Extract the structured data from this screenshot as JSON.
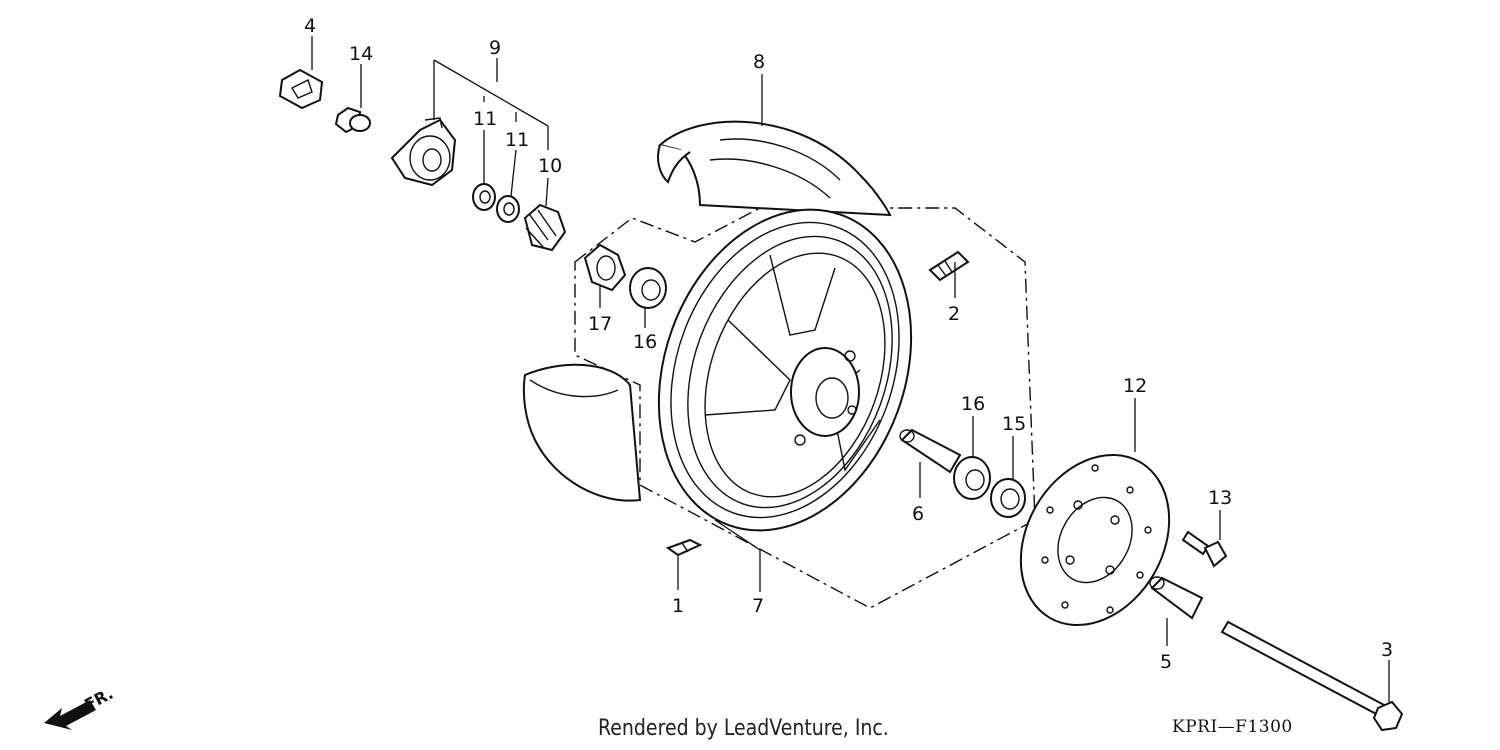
{
  "callouts": [
    {
      "id": "p1",
      "label": "1"
    },
    {
      "id": "p2",
      "label": "2"
    },
    {
      "id": "p3",
      "label": "3"
    },
    {
      "id": "p4",
      "label": "4"
    },
    {
      "id": "p5",
      "label": "5"
    },
    {
      "id": "p6",
      "label": "6"
    },
    {
      "id": "p7",
      "label": "7"
    },
    {
      "id": "p8",
      "label": "8"
    },
    {
      "id": "p9",
      "label": "9"
    },
    {
      "id": "p10",
      "label": "10"
    },
    {
      "id": "p11a",
      "label": "11"
    },
    {
      "id": "p11b",
      "label": "11"
    },
    {
      "id": "p12",
      "label": "12"
    },
    {
      "id": "p13",
      "label": "13"
    },
    {
      "id": "p14",
      "label": "14"
    },
    {
      "id": "p15",
      "label": "15"
    },
    {
      "id": "p16a",
      "label": "16"
    },
    {
      "id": "p16b",
      "label": "16"
    },
    {
      "id": "p17",
      "label": "17"
    }
  ],
  "direction_label": "FR.",
  "credit": "Rendered by LeadVenture, Inc.",
  "diagram_code": "KPRI—F1300"
}
